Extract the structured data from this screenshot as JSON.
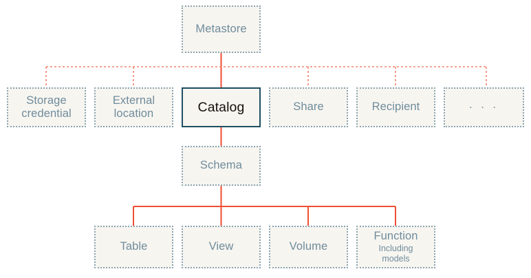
{
  "diagram": {
    "type": "hierarchy-tree",
    "background_color": "#ffffff",
    "node_fill_color": "#f7f5f0",
    "node_border_color": "#8aa4b2",
    "node_text_color": "#6f8c9c",
    "highlight_border_color": "#1d4e60",
    "highlight_text_color": "#14100d",
    "connector_color": "#ef4e33",
    "connector_dashed_color": "#f2836f"
  },
  "nodes": {
    "metastore": {
      "label": "Metastore",
      "highlighted": false
    },
    "storage_credential": {
      "label": "Storage\ncredential",
      "highlighted": false
    },
    "external_location": {
      "label": "External\nlocation",
      "highlighted": false
    },
    "catalog": {
      "label": "Catalog",
      "highlighted": true
    },
    "share": {
      "label": "Share",
      "highlighted": false
    },
    "recipient": {
      "label": "Recipient",
      "highlighted": false
    },
    "more": {
      "label": ". . .",
      "highlighted": false
    },
    "schema": {
      "label": "Schema",
      "highlighted": false
    },
    "table": {
      "label": "Table",
      "highlighted": false
    },
    "view": {
      "label": "View",
      "highlighted": false
    },
    "volume": {
      "label": "Volume",
      "highlighted": false
    },
    "function": {
      "label": "Function",
      "subtitle": "Including\nmodels",
      "highlighted": false
    }
  },
  "levels": [
    {
      "name": "level-1-metastore",
      "members": [
        "metastore"
      ]
    },
    {
      "name": "level-2-metastore-children",
      "members": [
        "storage_credential",
        "external_location",
        "catalog",
        "share",
        "recipient",
        "more"
      ]
    },
    {
      "name": "level-3-catalog-children",
      "members": [
        "schema"
      ]
    },
    {
      "name": "level-4-schema-children",
      "members": [
        "table",
        "view",
        "volume",
        "function"
      ]
    }
  ],
  "edges": [
    {
      "from": "metastore",
      "to": "storage_credential",
      "style": "dashed"
    },
    {
      "from": "metastore",
      "to": "external_location",
      "style": "dashed"
    },
    {
      "from": "metastore",
      "to": "catalog",
      "style": "solid"
    },
    {
      "from": "metastore",
      "to": "share",
      "style": "dashed"
    },
    {
      "from": "metastore",
      "to": "recipient",
      "style": "dashed"
    },
    {
      "from": "metastore",
      "to": "more",
      "style": "dashed"
    },
    {
      "from": "catalog",
      "to": "schema",
      "style": "solid"
    },
    {
      "from": "schema",
      "to": "table",
      "style": "solid"
    },
    {
      "from": "schema",
      "to": "view",
      "style": "solid"
    },
    {
      "from": "schema",
      "to": "volume",
      "style": "solid"
    },
    {
      "from": "schema",
      "to": "function",
      "style": "solid"
    }
  ]
}
